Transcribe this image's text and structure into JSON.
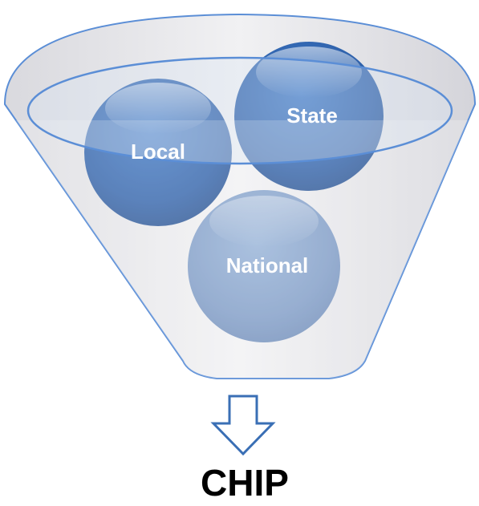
{
  "funnel": {
    "inputs": [
      "Local",
      "State",
      "National"
    ],
    "output": "CHIP"
  },
  "colors": {
    "funnel_fill": "#e4e4e8",
    "funnel_stroke": "#5b8ed6",
    "circle_dark": "#2f63ad",
    "circle_light": "#7f9ec9",
    "arrow_stroke": "#3a6fb5"
  },
  "icons": {
    "output_arrow": "down-arrow-icon"
  }
}
